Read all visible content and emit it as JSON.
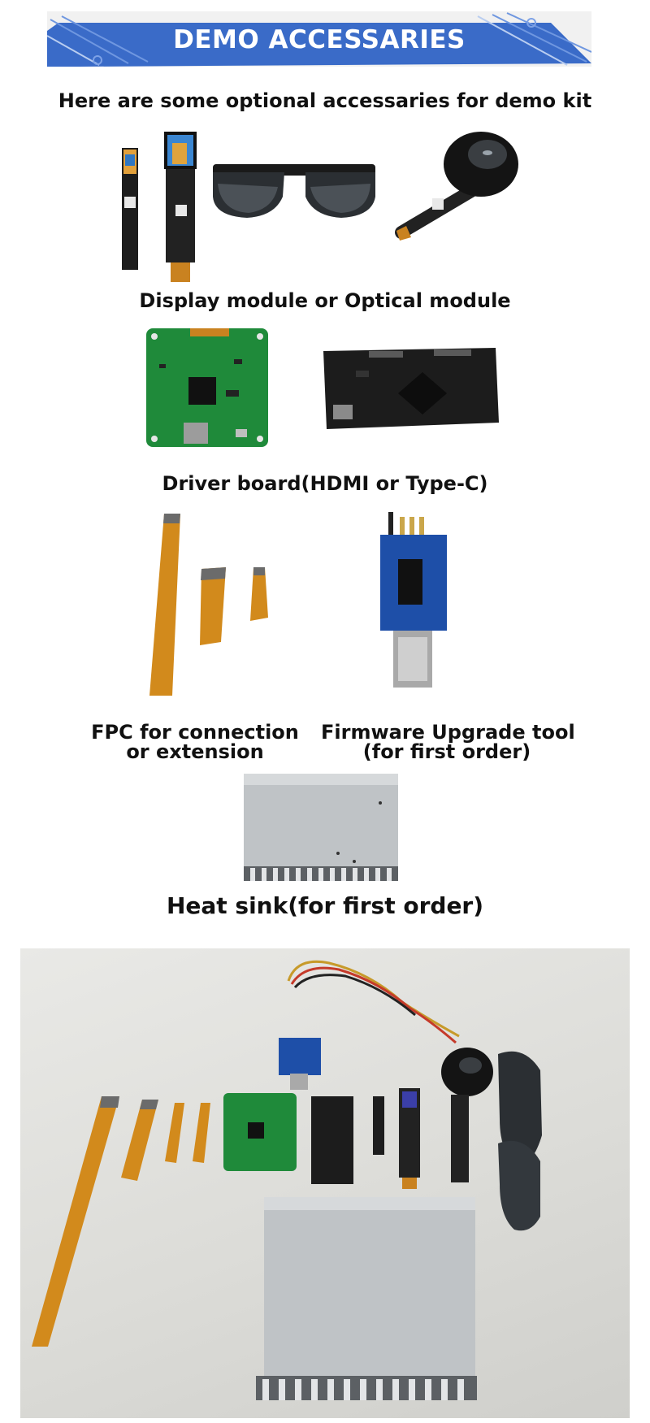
{
  "banner": {
    "title": "DEMO ACCESSARIES"
  },
  "intro": {
    "text": "Here are some optional accessaries for demo kit"
  },
  "captions": {
    "display": "Display module or Optical module",
    "driver": "Driver board(HDMI or Type-C)",
    "fpc_line1": "FPC for connection",
    "fpc_line2": "or extension",
    "firmware_line1": "Firmware Upgrade tool",
    "firmware_line2": "(for first order)",
    "heatsink": "Heat sink(for first order)"
  },
  "colors": {
    "banner_blue": "#3a6bc8",
    "flex_orange": "#d28a1c",
    "pcb_green": "#1f8a3a",
    "pcb_black": "#1c1c1c",
    "aluminum": "#bfc3c6"
  }
}
